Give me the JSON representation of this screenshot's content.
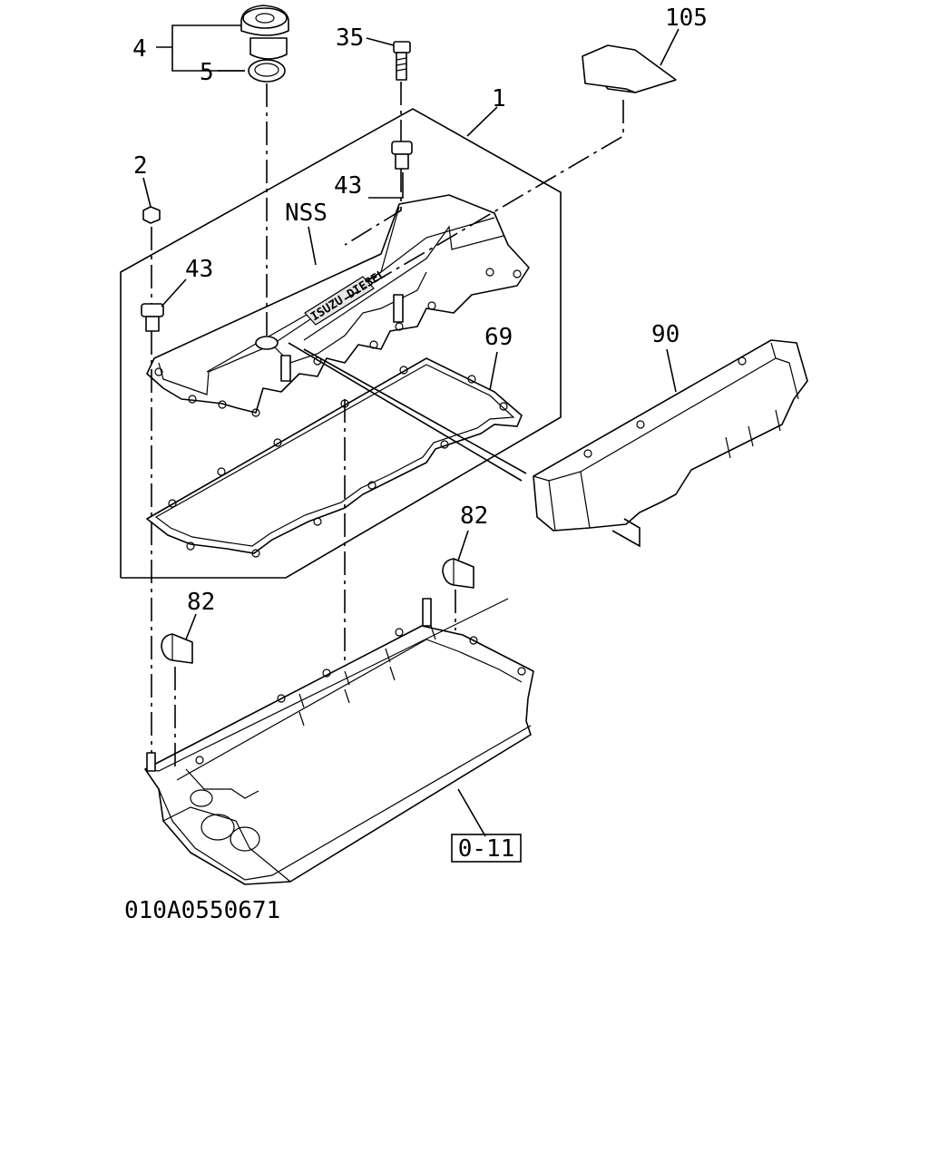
{
  "callouts": {
    "c4": "4",
    "c5": "5",
    "c35": "35",
    "c105": "105",
    "c1": "1",
    "c2": "2",
    "c43_top": "43",
    "c43_left": "43",
    "c_nss": "NSS",
    "c69": "69",
    "c90": "90",
    "c82_right": "82",
    "c82_left": "82"
  },
  "reference_box": "0-11",
  "drawing_number": "010A0550671",
  "brand_mark": "ISUZU DIESEL"
}
